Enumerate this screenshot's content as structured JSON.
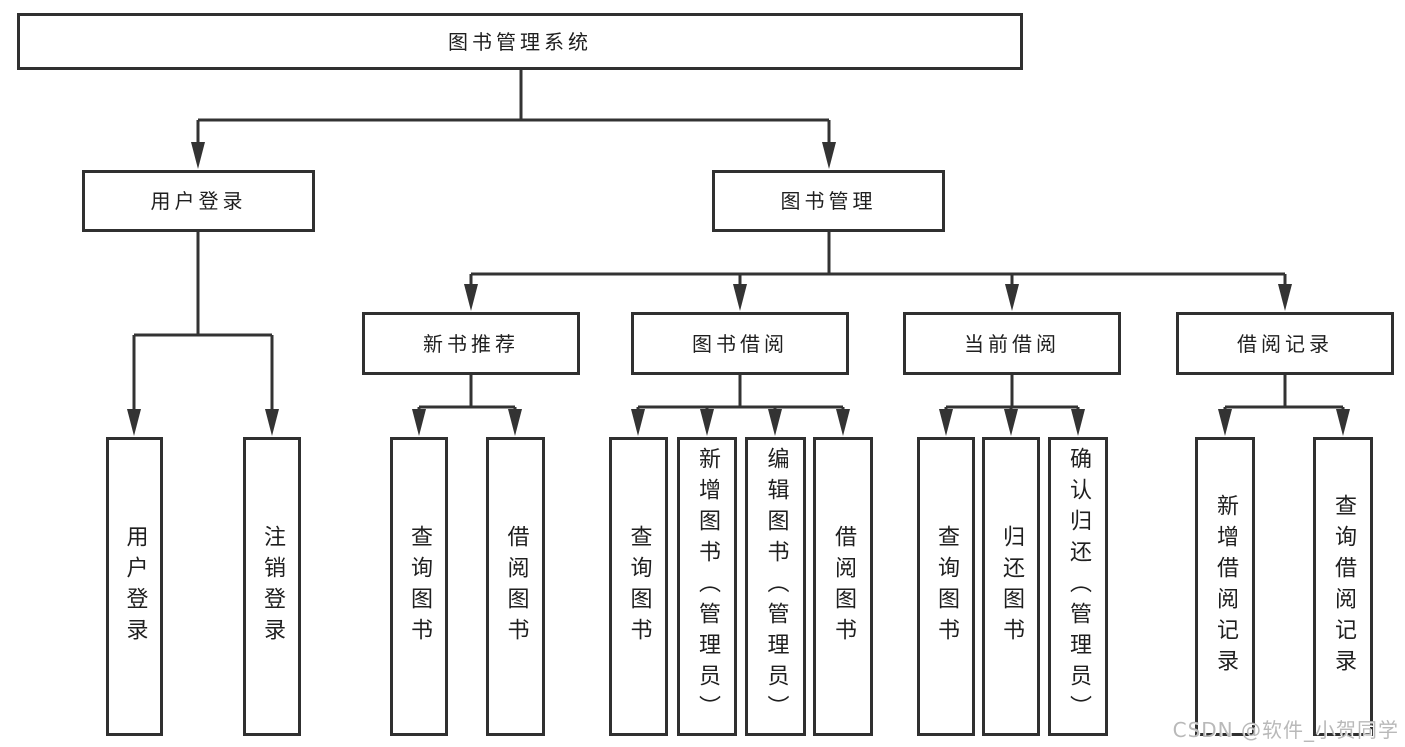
{
  "tree": {
    "label": "图书管理系统",
    "children": [
      {
        "label": "用户登录",
        "children": [
          {
            "label": "用户登录"
          },
          {
            "label": "注销登录"
          }
        ]
      },
      {
        "label": "图书管理",
        "children": [
          {
            "label": "新书推荐",
            "children": [
              {
                "label": "查询图书"
              },
              {
                "label": "借阅图书"
              }
            ]
          },
          {
            "label": "图书借阅",
            "children": [
              {
                "label": "查询图书"
              },
              {
                "label": "新增图书（管理员）"
              },
              {
                "label": "编辑图书（管理员）"
              },
              {
                "label": "借阅图书"
              }
            ]
          },
          {
            "label": "当前借阅",
            "children": [
              {
                "label": "查询图书"
              },
              {
                "label": "归还图书"
              },
              {
                "label": "确认归还（管理员）"
              }
            ]
          },
          {
            "label": "借阅记录",
            "children": [
              {
                "label": "新增借阅记录"
              },
              {
                "label": "查询借阅记录"
              }
            ]
          }
        ]
      }
    ]
  },
  "watermark": {
    "text": "CSDN @软件_小贺同学"
  },
  "colors": {
    "line": "#333333",
    "border": "#303030",
    "text": "#1f1f1f",
    "bg": "#ffffff",
    "watermark": "#b9b9b9"
  }
}
